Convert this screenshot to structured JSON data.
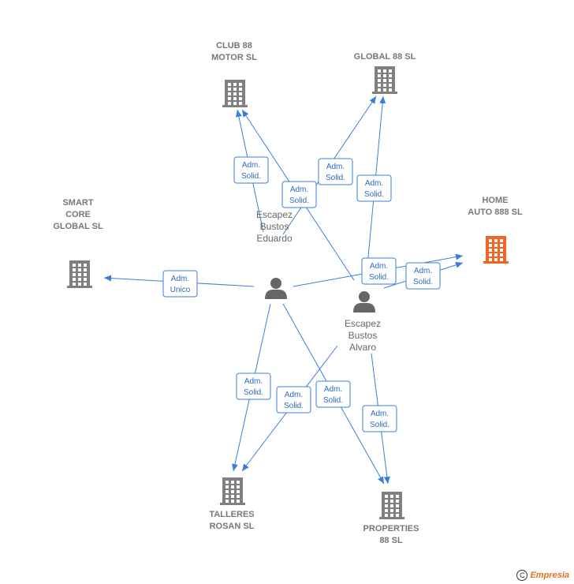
{
  "colors": {
    "edge": "#3b7fd9",
    "company": "#808080",
    "company_focus": "#f26522",
    "person": "#666666",
    "label_border": "#3b7fd9",
    "label_text": "#2b6cc4"
  },
  "nodes": [
    {
      "id": "club88",
      "type": "company",
      "label_lines": [
        "CLUB 88",
        "MOTOR  SL"
      ]
    },
    {
      "id": "global88",
      "type": "company",
      "label_lines": [
        "GLOBAL 88  SL"
      ]
    },
    {
      "id": "smartcore",
      "type": "company",
      "label_lines": [
        "SMART",
        "CORE",
        "GLOBAL  SL"
      ]
    },
    {
      "id": "homeauto",
      "type": "company",
      "focus": true,
      "label_lines": [
        "HOME",
        "AUTO 888  SL"
      ]
    },
    {
      "id": "talleres",
      "type": "company",
      "label_lines": [
        "TALLERES",
        "ROSAN  SL"
      ]
    },
    {
      "id": "properties",
      "type": "company",
      "label_lines": [
        "PROPERTIES",
        "88  SL"
      ]
    },
    {
      "id": "eduardo",
      "type": "person",
      "label_lines": [
        "Escapez",
        "Bustos",
        "Eduardo"
      ]
    },
    {
      "id": "alvaro",
      "type": "person",
      "label_lines": [
        "Escapez",
        "Bustos",
        "Alvaro"
      ]
    }
  ],
  "edges": [
    {
      "from": "eduardo",
      "to": "club88",
      "label_lines": [
        "Adm.",
        "Solid."
      ]
    },
    {
      "from": "alvaro",
      "to": "club88",
      "label_lines": [
        "Adm.",
        "Solid."
      ]
    },
    {
      "from": "eduardo",
      "to": "global88",
      "label_lines": [
        "Adm.",
        "Solid."
      ]
    },
    {
      "from": "alvaro",
      "to": "global88",
      "label_lines": [
        "Adm.",
        "Solid."
      ]
    },
    {
      "from": "eduardo",
      "to": "smartcore",
      "label_lines": [
        "Adm.",
        "Unico"
      ]
    },
    {
      "from": "eduardo",
      "to": "homeauto",
      "label_lines": [
        "Adm.",
        "Solid."
      ]
    },
    {
      "from": "alvaro",
      "to": "homeauto",
      "label_lines": [
        "Adm.",
        "Solid."
      ]
    },
    {
      "from": "eduardo",
      "to": "talleres",
      "label_lines": [
        "Adm.",
        "Solid."
      ]
    },
    {
      "from": "alvaro",
      "to": "talleres",
      "label_lines": [
        "Adm.",
        "Solid."
      ]
    },
    {
      "from": "eduardo",
      "to": "properties",
      "label_lines": [
        "Adm.",
        "Solid."
      ]
    },
    {
      "from": "alvaro",
      "to": "properties",
      "label_lines": [
        "Adm.",
        "Solid."
      ]
    }
  ],
  "footer": {
    "copyright_symbol": "C",
    "brand": "Empresia"
  }
}
